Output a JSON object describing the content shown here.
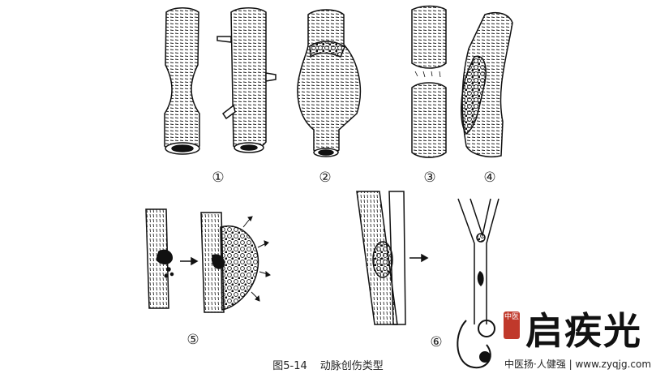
{
  "labels": [
    "①",
    "②",
    "③",
    "④",
    "⑤",
    "⑥"
  ],
  "caption": {
    "figure_number": "图5-14",
    "title": "动脉创伤类型"
  },
  "watermark": {
    "seal_text": "中医",
    "brand": "启疾光",
    "tagline": "中医扬·人健强 | www.zyqjg.com"
  },
  "colors": {
    "ink": "#111111",
    "seal": "#c0392b",
    "background": "#ffffff"
  }
}
